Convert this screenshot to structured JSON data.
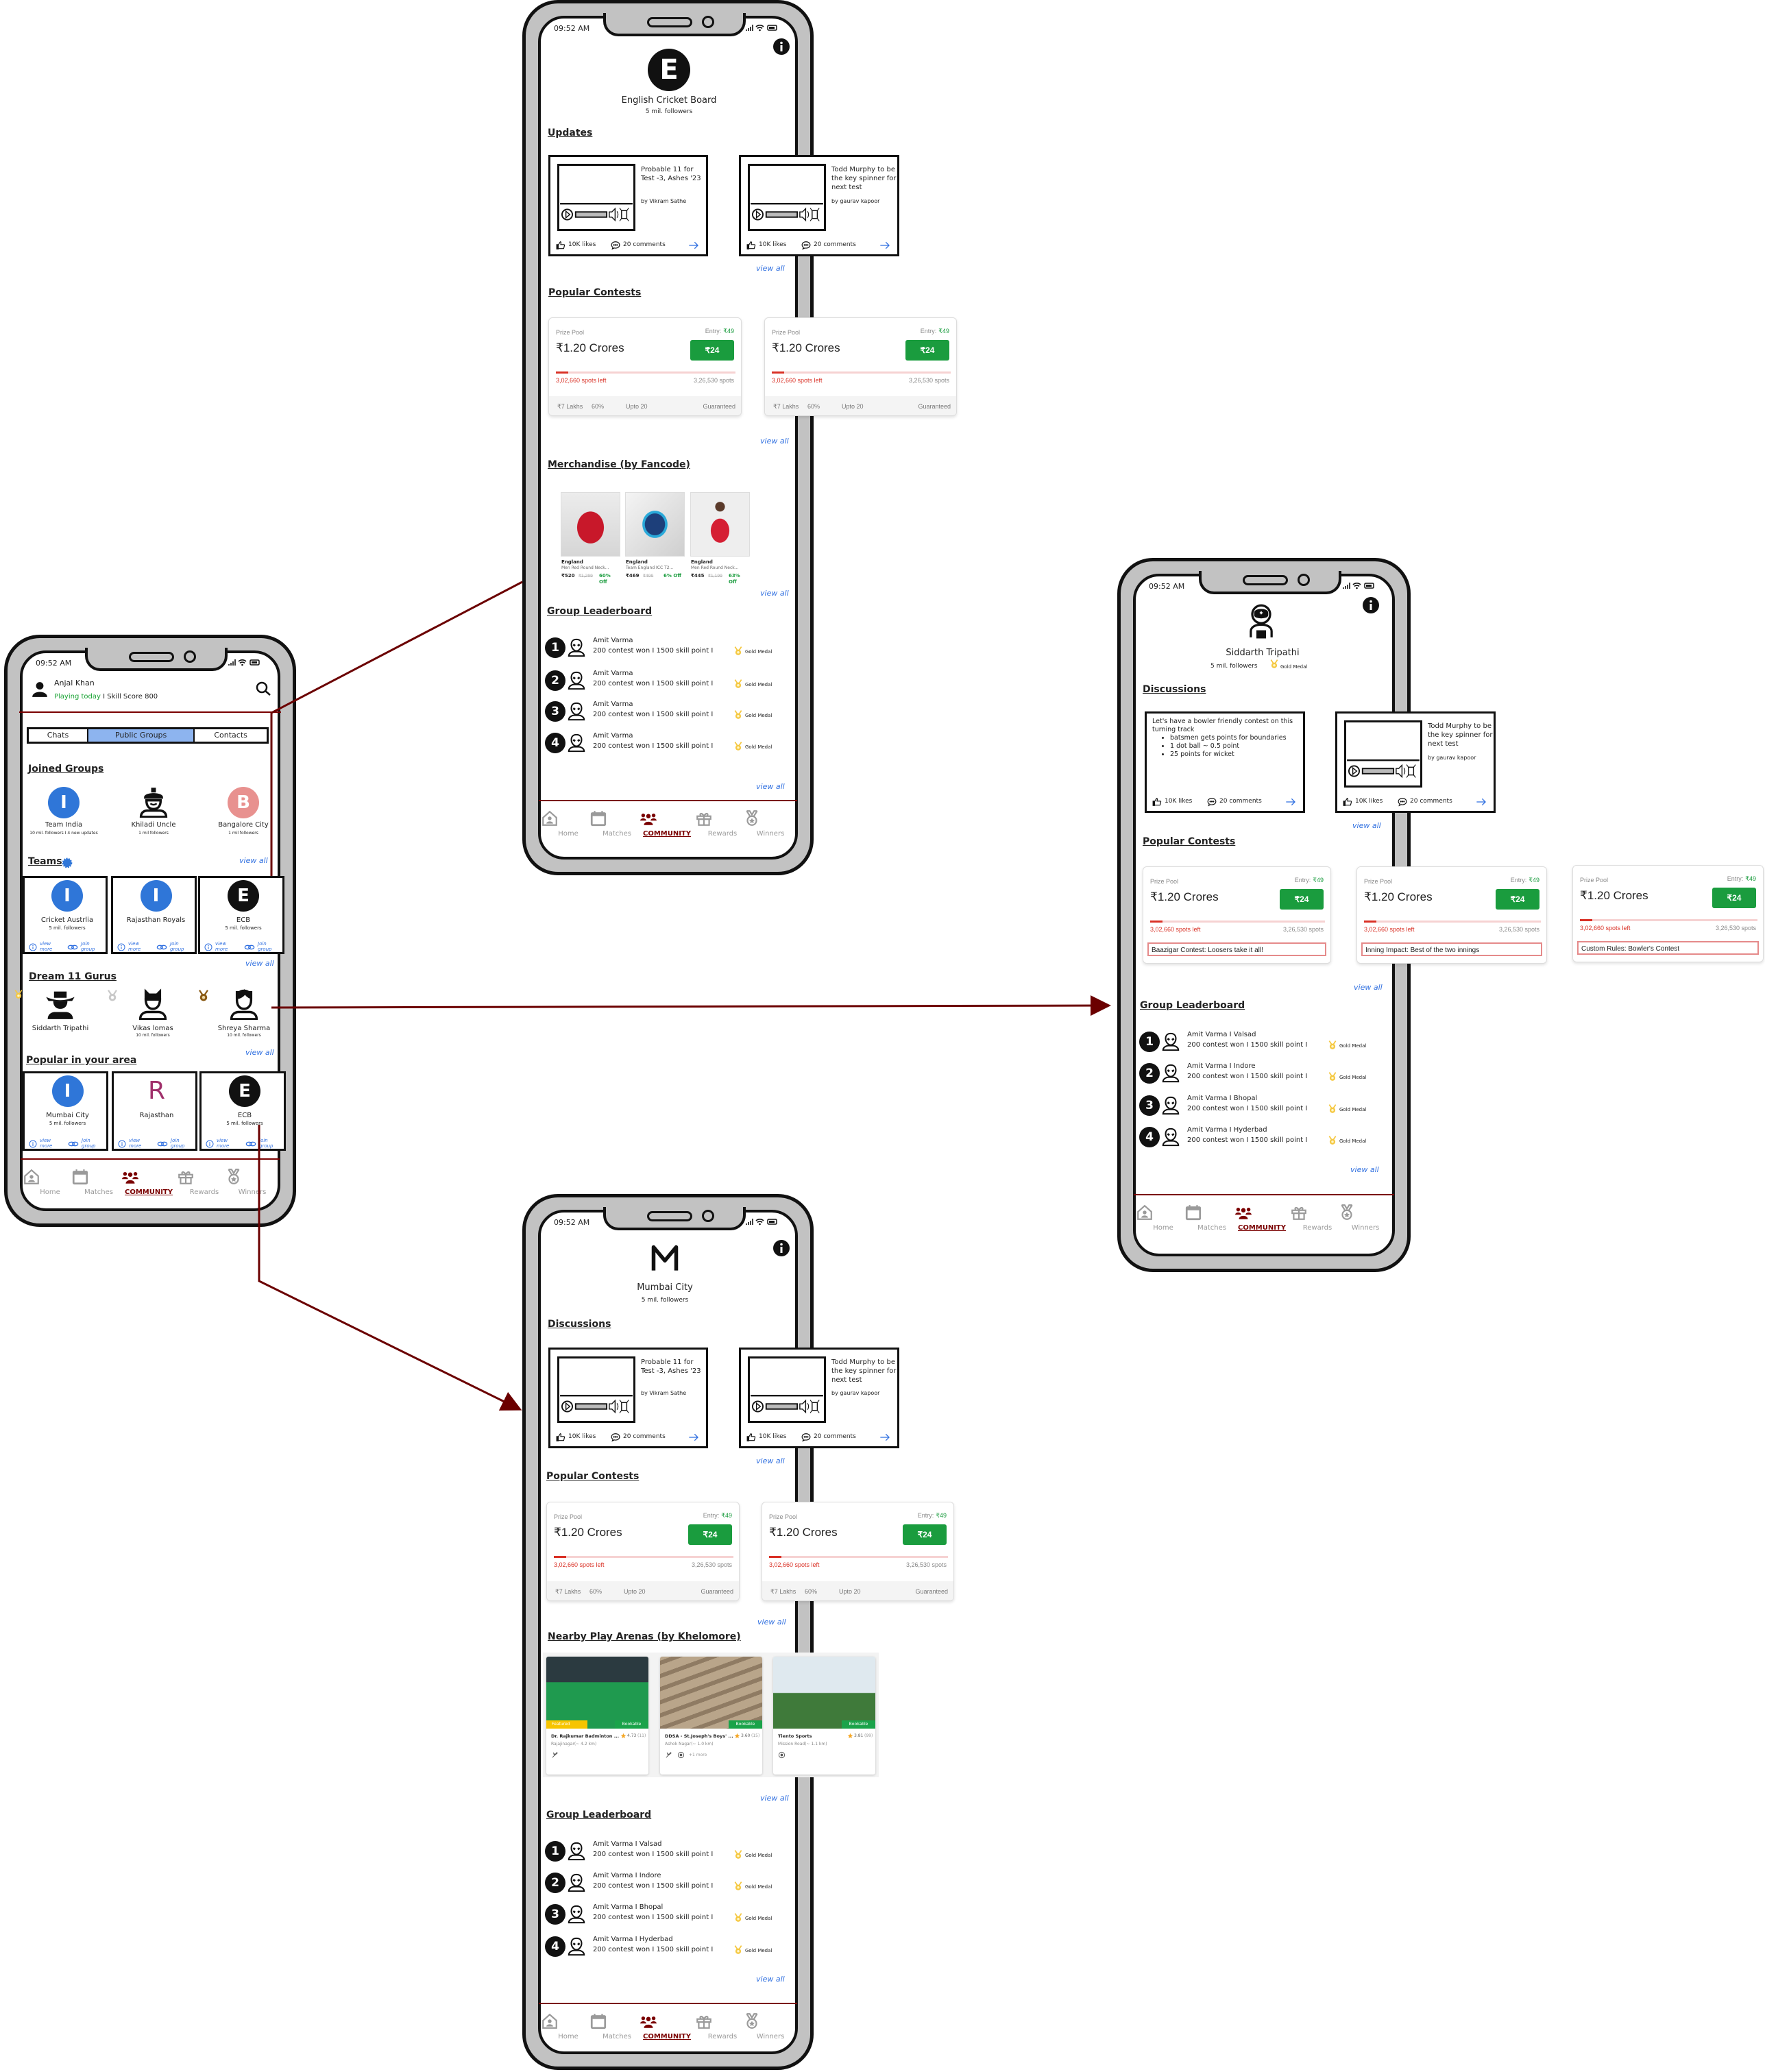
{
  "common": {
    "time": "09:52 AM",
    "view_all": "view all",
    "contest": {
      "prize_label": "Prize Pool",
      "entry_label": "Entry:",
      "entry_fee": "₹49",
      "prize": "₹1.20 Crores",
      "join_price": "₹24",
      "spots_left": "3,02,660 spots left",
      "total_spots": "3,26,530 spots",
      "filled_fraction": 0.07,
      "first_prize": "₹7 Lakhs",
      "win_percent": "60%",
      "max_entries": "Upto 20",
      "guarantee": "Guaranteed"
    },
    "medal_label": "Gold Medal",
    "view_more": "view more",
    "join_group": "Join group"
  },
  "nav": {
    "active": 2,
    "items": [
      {
        "label": "Home",
        "icon": "home-icon"
      },
      {
        "label": "Matches",
        "icon": "calendar-icon"
      },
      {
        "label": "COMMUNITY",
        "icon": "community-icon"
      },
      {
        "label": "Rewards",
        "icon": "gift-icon"
      },
      {
        "label": "Winners",
        "icon": "medal-icon"
      }
    ]
  },
  "colors": {
    "accent": "#7a0000",
    "link": "#2f6fe0",
    "green": "#1a9c3e",
    "avatar_blue": "#2f76d8",
    "avatar_pink": "#e8918f",
    "tab_active": "#8db4ef",
    "gold": "#f5c842"
  },
  "community": {
    "user_name": "Anjal Khan",
    "status": "Playing today",
    "skill": " I Skill Score 800",
    "tabs": [
      {
        "label": "Chats"
      },
      {
        "label": "Public Groups",
        "active": true
      },
      {
        "label": "Contacts"
      }
    ],
    "joined_title": "Joined Groups",
    "joined": [
      {
        "name": "Team India",
        "sub": "10 mil. followers I 4 new updates",
        "letter": "I",
        "style": "blue"
      },
      {
        "name": "Khiladi Uncle",
        "sub": "1 mil followers",
        "style": "helmet-person"
      },
      {
        "name": "Bangalore City",
        "sub": "1 mil followers",
        "letter": "B",
        "style": "pink"
      }
    ],
    "teams_title": "Teams",
    "teams": [
      {
        "name": "Cricket Austrlia",
        "sub": "5 mil. followers",
        "letter": "I",
        "style": "blue"
      },
      {
        "name": "Rajasthan Royals",
        "sub": "",
        "letter": "I",
        "style": "blue"
      },
      {
        "name": "ECB",
        "sub": "5 mil. followers",
        "letter": "E",
        "style": "black"
      }
    ],
    "gurus_title": "Dream 11 Gurus",
    "gurus": [
      {
        "name": "Siddarth Tripathi",
        "sub": "",
        "medal": "gold"
      },
      {
        "name": "Vikas lomas",
        "sub": "10 mil. followers",
        "medal": "silver"
      },
      {
        "name": "Shreya Sharma",
        "sub": "10 mil. followers",
        "medal": "bronze"
      }
    ],
    "popular_title": "Popular in your area",
    "popular": [
      {
        "name": "Mumbai City",
        "sub": "5 mil. followers",
        "letter": "I",
        "style": "blue"
      },
      {
        "name": "Rajasthan",
        "sub": "",
        "letter": "R",
        "style": "letter"
      },
      {
        "name": "ECB",
        "sub": "5 mil. followers",
        "letter": "E",
        "style": "black"
      }
    ]
  },
  "ecb": {
    "letter": "E",
    "name": "English Cricket Board",
    "followers": "5 mil. followers",
    "updates_title": "Updates",
    "updates": [
      {
        "title": "Probable 11 for Test -3, Ashes '23",
        "author": "by Vikram Sathe",
        "likes": "10K likes",
        "comments": "20 comments"
      },
      {
        "title": "Todd Murphy to be the key spinner for next test",
        "author": "by gaurav kapoor",
        "likes": "10K likes",
        "comments": "20 comments"
      }
    ],
    "contests_title": "Popular Contests",
    "merch_title": "Merchandise (by Fancode)",
    "merch": [
      {
        "brand": "England",
        "name": "Men Red Round Neck...",
        "price": "₹520",
        "mrp": "₹1,299",
        "discount": "60% Off"
      },
      {
        "brand": "England",
        "name": "Team England ICC T2...",
        "price": "₹469",
        "mrp": "₹499",
        "discount": "6% Off"
      },
      {
        "brand": "England",
        "name": "Men Red Round Neck...",
        "price": "₹445",
        "mrp": "₹1,199",
        "discount": "63% Off"
      }
    ],
    "leaderboard_title": "Group Leaderboard",
    "leaderboard": [
      {
        "rank": "1",
        "name": "Amit Varma",
        "stats": "200 contest won I 1500 skill point I"
      },
      {
        "rank": "2",
        "name": "Amit Varma",
        "stats": "200 contest won I 1500 skill point I"
      },
      {
        "rank": "3",
        "name": "Amit Varma",
        "stats": "200 contest won I 1500 skill point I"
      },
      {
        "rank": "4",
        "name": "Amit Varma",
        "stats": "200 contest won I 1500 skill point I"
      }
    ]
  },
  "guru": {
    "name": "Siddarth Tripathi",
    "followers": "5 mil. followers",
    "discussions_title": "Discussions",
    "post": {
      "text": "Let's have a bowler friendly contest on this turning track",
      "bullets": [
        "batsmen gets points for boundaries",
        "1 dot ball ~ 0.5 point",
        "25 points for wicket"
      ],
      "likes": "10K likes",
      "comments": "20 comments"
    },
    "video_post": {
      "title": "Todd Murphy to be the key spinner for next test",
      "author": "by gaurav kapoor",
      "likes": "10K likes",
      "comments": "20 comments"
    },
    "contests_title": "Popular Contests",
    "contest_rules": [
      "Baazigar Contest: Loosers take it all!",
      "Inning Impact: Best of the two innings",
      "Custom Rules: Bowler's Contest"
    ],
    "leaderboard_title": "Group Leaderboard",
    "leaderboard": [
      {
        "rank": "1",
        "name": "Amit Varma I Valsad",
        "stats": "200 contest won I 1500 skill point I"
      },
      {
        "rank": "2",
        "name": "Amit Varma I Indore",
        "stats": "200 contest won I 1500 skill point I"
      },
      {
        "rank": "3",
        "name": "Amit Varma I Bhopal",
        "stats": "200 contest won I 1500 skill point I"
      },
      {
        "rank": "4",
        "name": "Amit Varma I Hyderbad",
        "stats": "200 contest won I 1500 skill point I"
      }
    ]
  },
  "mumbai": {
    "letter": "M",
    "name": "Mumbai City",
    "followers": "5 mil. followers",
    "discussions_title": "Discussions",
    "discussions": [
      {
        "title": "Probable 11 for Test -3, Ashes '23",
        "author": "by Vikram Sathe",
        "likes": "10K likes",
        "comments": "20 comments"
      },
      {
        "title": "Todd Murphy to be the key spinner for next test",
        "author": "by gaurav kapoor",
        "likes": "10K likes",
        "comments": "20 comments"
      }
    ],
    "contests_title": "Popular Contests",
    "arenas_title": "Nearby Play Arenas (by Khelomore)",
    "arenas": [
      {
        "name": "Dr. Rajkumar Badminton ...",
        "rating": "4.73",
        "reviews": "(11)",
        "location": "Rajajinagar(~ 4.2 km)",
        "featured": "Featured",
        "bookable": "Bookable",
        "more": ""
      },
      {
        "name": "DDSA - St.Joseph's Boys' ...",
        "rating": "3.60",
        "reviews": "(15)",
        "location": "Ashok Nagar(~ 1.0 km)",
        "featured": "",
        "bookable": "Bookable",
        "more": "+1 more"
      },
      {
        "name": "Tiento Sports",
        "rating": "3.81",
        "reviews": "(99)",
        "location": "Mission Road(~ 1.1 km)",
        "featured": "",
        "bookable": "Bookable",
        "more": ""
      }
    ],
    "leaderboard_title": "Group Leaderboard",
    "leaderboard": [
      {
        "rank": "1",
        "name": "Amit Varma I Valsad",
        "stats": "200 contest won I 1500 skill point I"
      },
      {
        "rank": "2",
        "name": "Amit Varma I Indore",
        "stats": "200 contest won I 1500 skill point I"
      },
      {
        "rank": "3",
        "name": "Amit Varma I Bhopal",
        "stats": "200 contest won I 1500 skill point I"
      },
      {
        "rank": "4",
        "name": "Amit Varma I Hyderbad",
        "stats": "200 contest won I 1500 skill point I"
      }
    ]
  }
}
